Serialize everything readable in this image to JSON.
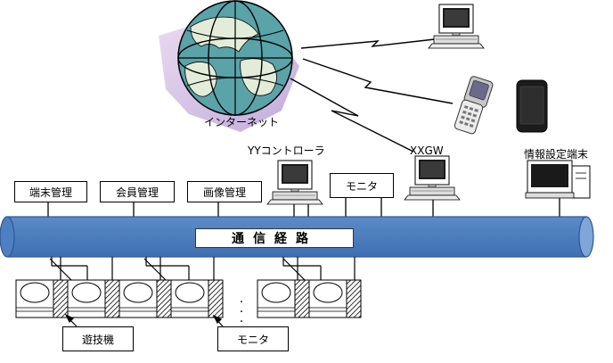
{
  "internet": {
    "label": "インターネット"
  },
  "labels": {
    "yy_controller": "YYコントローラ",
    "xxgw": "XXGW",
    "info_terminal": "情報設定端末"
  },
  "boxes": {
    "terminal_mgmt": "端末管理",
    "member_mgmt": "会員管理",
    "image_mgmt": "画像管理",
    "monitor_top": "モニタ"
  },
  "bus": {
    "label": "通信経路",
    "color": "#4e7fc0"
  },
  "callouts": {
    "game_machine": "遊技機",
    "monitor": "モニタ"
  },
  "colors": {
    "globe_ocean": "#5aa3a8",
    "globe_land": "#e3ecd9",
    "globe_shadow": "#c9b7de"
  }
}
